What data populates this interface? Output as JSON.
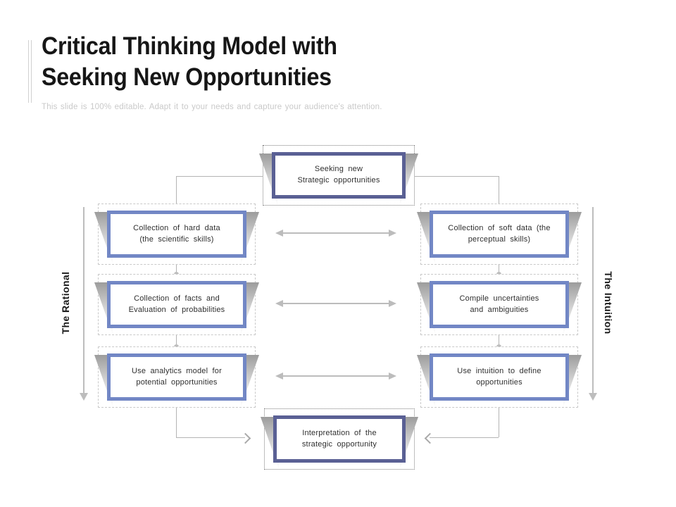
{
  "slide": {
    "title_line1": "Critical Thinking Model with",
    "title_line2": "Seeking New Opportunities",
    "subtitle": "This slide is 100% editable. Adapt it to your needs and capture your audience's attention."
  },
  "diagram": {
    "left_axis_label": "The Rational",
    "right_axis_label": "The Intuition",
    "boxes": {
      "top": {
        "text": "Seeking new\nStrategic opportunities"
      },
      "left": [
        {
          "text": "Collection of hard data\n(the scientific skills)"
        },
        {
          "text": "Collection of facts and\nEvaluation of probabilities"
        },
        {
          "text": "Use analytics model for\npotential opportunities"
        }
      ],
      "right": [
        {
          "text": "Collection of soft data (the\nperceptual skills)"
        },
        {
          "text": "Compile uncertainties\nand ambiguities"
        },
        {
          "text": "Use intuition to define\nopportunities"
        }
      ],
      "bottom": {
        "text": "Interpretation of the\nstrategic opportunity"
      }
    }
  },
  "colors": {
    "center_box_border": "#5a6094",
    "side_box_border": "#7287c5",
    "connector_gray": "#b4b4b4",
    "title_text": "#161616",
    "subtitle_text": "#c9c9c9"
  }
}
